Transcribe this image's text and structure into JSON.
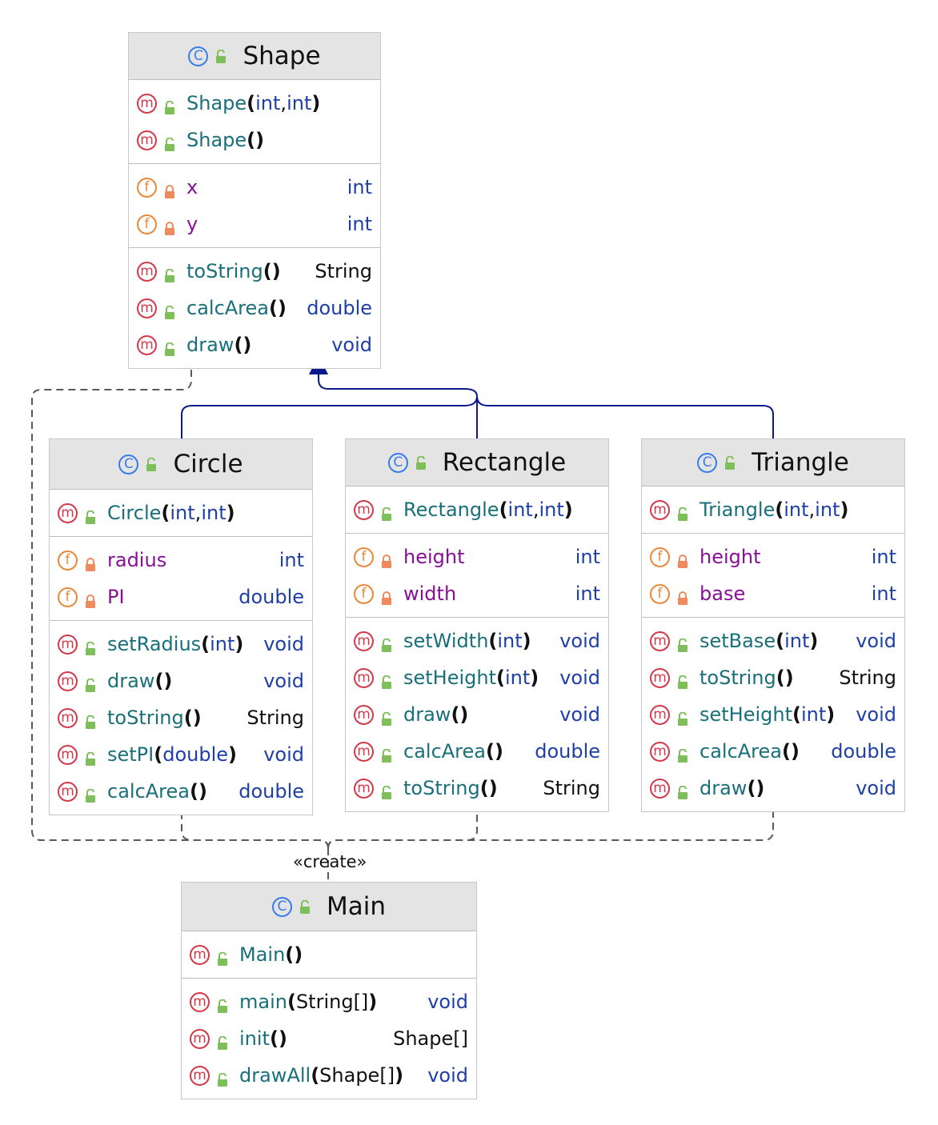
{
  "colors": {
    "method_icon": "#d23a4a",
    "field_icon": "#e8893a",
    "class_icon": "#3a7ce8",
    "public_lock": "#7fbf5a",
    "private_lock": "#f08a5d",
    "method_name": "#196f7a",
    "field_name": "#871094",
    "type": "#1f3fa8",
    "inheritance_line": "#0a1a8c",
    "dependency_line": "#5a5a5a"
  },
  "icons": {
    "method": "m",
    "field": "f",
    "class": "C"
  },
  "dependency_label": "«create»",
  "classes": [
    {
      "id": "shape",
      "name": "Shape",
      "sections": [
        [
          {
            "kind": "method",
            "vis": "public",
            "name": "Shape",
            "params": [
              "int",
              "int"
            ],
            "type": ""
          },
          {
            "kind": "method",
            "vis": "public",
            "name": "Shape",
            "params": [],
            "type": ""
          }
        ],
        [
          {
            "kind": "field",
            "vis": "private",
            "name": "x",
            "type": "int"
          },
          {
            "kind": "field",
            "vis": "private",
            "name": "y",
            "type": "int"
          }
        ],
        [
          {
            "kind": "method",
            "vis": "public",
            "name": "toString",
            "params": [],
            "type": "String"
          },
          {
            "kind": "method",
            "vis": "public",
            "name": "calcArea",
            "params": [],
            "type": "double"
          },
          {
            "kind": "method",
            "vis": "public",
            "name": "draw",
            "params": [],
            "type": "void"
          }
        ]
      ]
    },
    {
      "id": "circle",
      "name": "Circle",
      "sections": [
        [
          {
            "kind": "method",
            "vis": "public",
            "name": "Circle",
            "params": [
              "int",
              "int"
            ],
            "type": ""
          }
        ],
        [
          {
            "kind": "field",
            "vis": "private",
            "name": "radius",
            "type": "int"
          },
          {
            "kind": "field",
            "vis": "private",
            "name": "PI",
            "type": "double"
          }
        ],
        [
          {
            "kind": "method",
            "vis": "public",
            "name": "setRadius",
            "params": [
              "int"
            ],
            "type": "void"
          },
          {
            "kind": "method",
            "vis": "public",
            "name": "draw",
            "params": [],
            "type": "void"
          },
          {
            "kind": "method",
            "vis": "public",
            "name": "toString",
            "params": [],
            "type": "String"
          },
          {
            "kind": "method",
            "vis": "public",
            "name": "setPI",
            "params": [
              "double"
            ],
            "type": "void"
          },
          {
            "kind": "method",
            "vis": "public",
            "name": "calcArea",
            "params": [],
            "type": "double"
          }
        ]
      ]
    },
    {
      "id": "rectangle",
      "name": "Rectangle",
      "sections": [
        [
          {
            "kind": "method",
            "vis": "public",
            "name": "Rectangle",
            "params": [
              "int",
              "int"
            ],
            "type": ""
          }
        ],
        [
          {
            "kind": "field",
            "vis": "private",
            "name": "height",
            "type": "int"
          },
          {
            "kind": "field",
            "vis": "private",
            "name": "width",
            "type": "int"
          }
        ],
        [
          {
            "kind": "method",
            "vis": "public",
            "name": "setWidth",
            "params": [
              "int"
            ],
            "type": "void"
          },
          {
            "kind": "method",
            "vis": "public",
            "name": "setHeight",
            "params": [
              "int"
            ],
            "type": "void"
          },
          {
            "kind": "method",
            "vis": "public",
            "name": "draw",
            "params": [],
            "type": "void"
          },
          {
            "kind": "method",
            "vis": "public",
            "name": "calcArea",
            "params": [],
            "type": "double"
          },
          {
            "kind": "method",
            "vis": "public",
            "name": "toString",
            "params": [],
            "type": "String"
          }
        ]
      ]
    },
    {
      "id": "triangle",
      "name": "Triangle",
      "sections": [
        [
          {
            "kind": "method",
            "vis": "public",
            "name": "Triangle",
            "params": [
              "int",
              "int"
            ],
            "type": ""
          }
        ],
        [
          {
            "kind": "field",
            "vis": "private",
            "name": "height",
            "type": "int"
          },
          {
            "kind": "field",
            "vis": "private",
            "name": "base",
            "type": "int"
          }
        ],
        [
          {
            "kind": "method",
            "vis": "public",
            "name": "setBase",
            "params": [
              "int"
            ],
            "type": "void"
          },
          {
            "kind": "method",
            "vis": "public",
            "name": "toString",
            "params": [],
            "type": "String"
          },
          {
            "kind": "method",
            "vis": "public",
            "name": "setHeight",
            "params": [
              "int"
            ],
            "type": "void"
          },
          {
            "kind": "method",
            "vis": "public",
            "name": "calcArea",
            "params": [],
            "type": "double"
          },
          {
            "kind": "method",
            "vis": "public",
            "name": "draw",
            "params": [],
            "type": "void"
          }
        ]
      ]
    },
    {
      "id": "main",
      "name": "Main",
      "sections": [
        [
          {
            "kind": "method",
            "vis": "public",
            "name": "Main",
            "params": [],
            "type": ""
          }
        ],
        [
          {
            "kind": "method",
            "vis": "public",
            "name": "main",
            "params": [
              "String[]"
            ],
            "type": "void"
          },
          {
            "kind": "method",
            "vis": "public",
            "name": "init",
            "params": [],
            "type": "Shape[]"
          },
          {
            "kind": "method",
            "vis": "public",
            "name": "drawAll",
            "params": [
              "Shape[]"
            ],
            "type": "void"
          }
        ]
      ]
    }
  ],
  "relations": [
    {
      "type": "inheritance",
      "from": "circle",
      "to": "shape"
    },
    {
      "type": "inheritance",
      "from": "rectangle",
      "to": "shape"
    },
    {
      "type": "inheritance",
      "from": "triangle",
      "to": "shape"
    },
    {
      "type": "dependency",
      "from": "main",
      "to": "shape"
    },
    {
      "type": "dependency",
      "from": "main",
      "to": "circle"
    },
    {
      "type": "dependency",
      "from": "main",
      "to": "rectangle"
    },
    {
      "type": "dependency",
      "from": "main",
      "to": "triangle"
    }
  ]
}
